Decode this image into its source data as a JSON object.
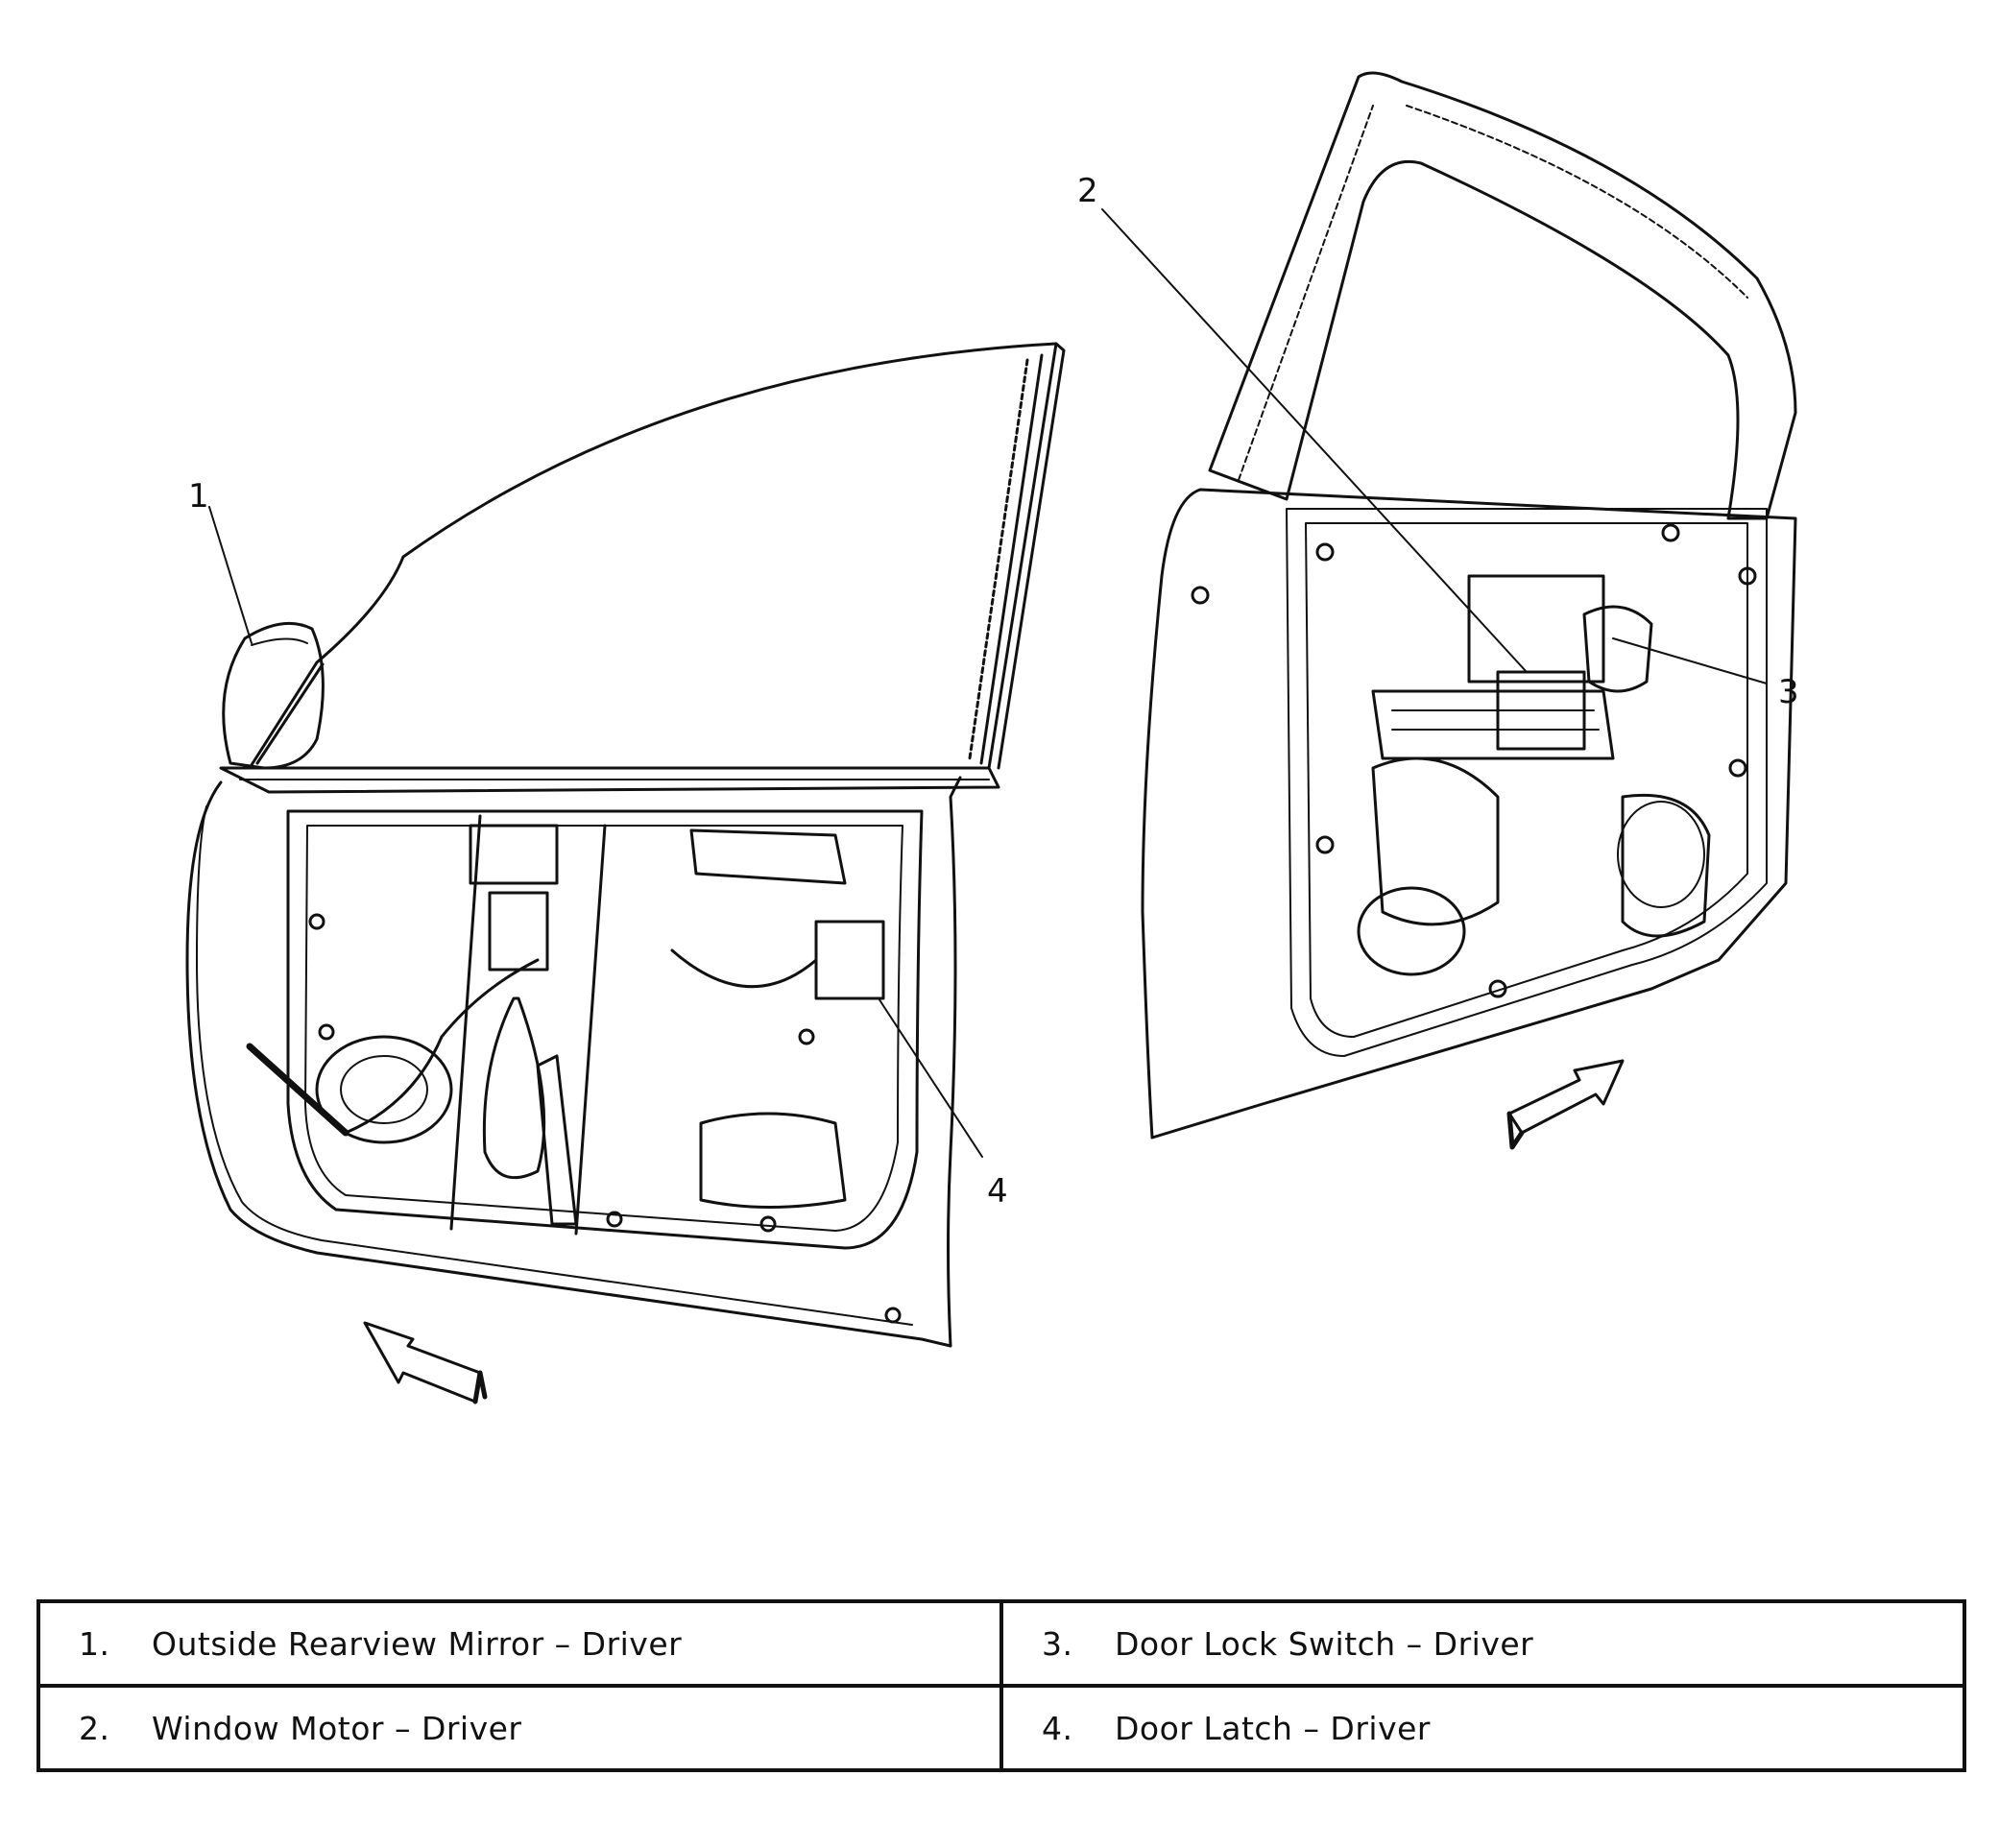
{
  "callouts": [
    {
      "number": "1",
      "item": "Outside Rearview Mirror",
      "side": "Driver"
    },
    {
      "number": "2",
      "item": "Window Motor",
      "side": "Driver"
    },
    {
      "number": "3",
      "item": "Door Lock Switch",
      "side": "Driver"
    },
    {
      "number": "4",
      "item": "Door Latch",
      "side": "Driver"
    }
  ],
  "legend": {
    "rows": [
      [
        {
          "num": "1.",
          "text": "Outside Rearview Mirror – Driver"
        },
        {
          "num": "3.",
          "text": "Door Lock Switch – Driver"
        }
      ],
      [
        {
          "num": "2.",
          "text": "Window Motor – Driver"
        },
        {
          "num": "4.",
          "text": "Door Latch – Driver"
        }
      ]
    ]
  },
  "colors": {
    "line": "#111111",
    "background": "#ffffff"
  }
}
